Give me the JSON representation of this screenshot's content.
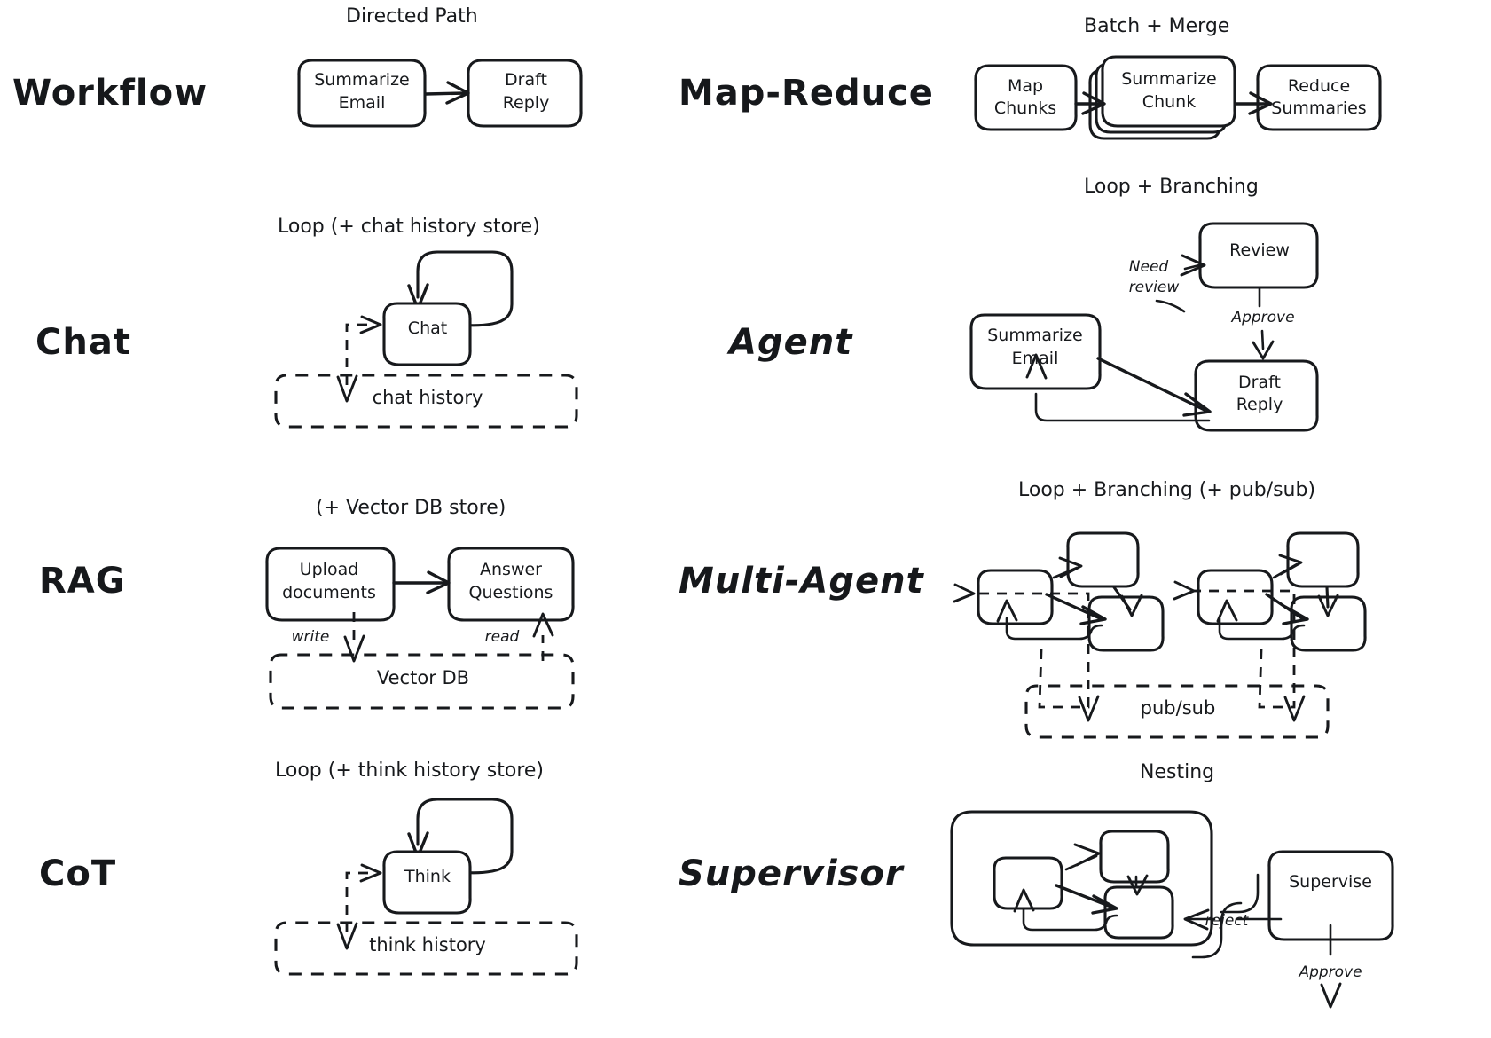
{
  "figure": {
    "title_present": false,
    "style": "hand-drawn sketch diagram",
    "background": "#ffffff",
    "ink": "#17191c"
  },
  "rows": [
    {
      "left": {
        "label": "Workflow",
        "caption": "Directed Path",
        "nodes": [
          "Summarize Email",
          "Draft Reply"
        ],
        "edges": [
          "Summarize Email -> Draft Reply"
        ],
        "stores": []
      },
      "right": {
        "label": "Map-Reduce",
        "caption": "Batch + Merge",
        "nodes": [
          "Map Chunks",
          "Summarize Chunk",
          "Reduce Summaries"
        ],
        "edges": [
          "Map Chunks -> Summarize Chunk",
          "Summarize Chunk -> Reduce Summaries"
        ],
        "stores": []
      }
    },
    {
      "left": {
        "label": "Chat",
        "caption": "Loop (+ chat history store)",
        "nodes": [
          "Chat"
        ],
        "edges": [
          "Chat -> Chat (self loop)",
          "-> Chat (entry)",
          "Chat -> chat history (write)"
        ],
        "stores": [
          "chat history"
        ]
      },
      "right": {
        "label": "Agent",
        "caption": "Loop + Branching",
        "nodes": [
          "Summarize Email",
          "Review",
          "Draft Reply"
        ],
        "edges": [
          "Summarize Email -> Review (Need review)",
          "Review -> Draft Reply (Approve)",
          "Summarize Email -> Draft Reply",
          "Draft Reply -> Summarize Email"
        ],
        "edge_labels": [
          "Need",
          "review",
          "Approve"
        ],
        "stores": []
      }
    },
    {
      "left": {
        "label": "RAG",
        "caption": "(+ Vector DB store)",
        "nodes": [
          "Upload documents",
          "Answer Questions"
        ],
        "edges": [
          "Upload documents -> Answer Questions",
          "Upload documents -> Vector DB (write)",
          "Vector DB -> Answer Questions (read)"
        ],
        "edge_labels": [
          "write",
          "read"
        ],
        "stores": [
          "Vector DB"
        ]
      },
      "right": {
        "label": "Multi-Agent",
        "caption": "Loop + Branching (+ pub/sub)",
        "nodes": [],
        "clusters": 2,
        "nodes_per_cluster": 3,
        "edges": [
          "cluster A -> pub/sub",
          "cluster B -> pub/sub"
        ],
        "stores": [
          "pub/sub"
        ]
      }
    },
    {
      "left": {
        "label": "CoT",
        "caption": "Loop (+ think history store)",
        "nodes": [
          "Think"
        ],
        "edges": [
          "Think -> Think (self loop)",
          "-> Think (entry)",
          "Think -> think history"
        ],
        "stores": [
          "think history"
        ]
      },
      "right": {
        "label": "Supervisor",
        "caption": "Nesting",
        "nodes": [
          "Supervise"
        ],
        "nested_group_nodes": 3,
        "edges": [
          "nested group -> Supervise",
          "Supervise -> nested group (reject)",
          "Supervise -> (Approve)"
        ],
        "edge_labels": [
          "reject",
          "Approve"
        ],
        "stores": []
      }
    }
  ],
  "labels": {
    "workflow": "Workflow",
    "map_reduce": "Map-Reduce",
    "chat": "Chat",
    "agent": "Agent",
    "rag": "RAG",
    "multi_agent": "Multi-Agent",
    "cot": "CoT",
    "supervisor": "Supervisor"
  },
  "captions": {
    "directed_path": "Directed Path",
    "batch_merge": "Batch + Merge",
    "loop_chat": "Loop (+ chat history store)",
    "loop_branching": "Loop + Branching",
    "vector_db_store": "(+ Vector DB store)",
    "loop_branching_pubsub": "Loop + Branching (+ pub/sub)",
    "loop_think": "Loop (+ think history store)",
    "nesting": "Nesting"
  },
  "nodes": {
    "summarize_email_1": "Summarize\nEmail",
    "summarize_email_a": "Summarize",
    "summarize_email_b": "Email",
    "draft_reply_a": "Draft",
    "draft_reply_b": "Reply",
    "map_chunks_a": "Map",
    "map_chunks_b": "Chunks",
    "summarize_chunk_a": "Summarize",
    "summarize_chunk_b": "Chunk",
    "reduce_summaries_a": "Reduce",
    "reduce_summaries_b": "Summaries",
    "chat": "Chat",
    "think": "Think",
    "review": "Review",
    "upload_a": "Upload",
    "upload_b": "documents",
    "answer_a": "Answer",
    "answer_b": "Questions",
    "supervise": "Supervise"
  },
  "stores": {
    "chat_history": "chat history",
    "think_history": "think history",
    "vector_db": "Vector DB",
    "pub_sub": "pub/sub"
  },
  "edge_labels": {
    "need": "Need",
    "review": "review",
    "approve": "Approve",
    "write": "write",
    "read": "read",
    "reject": "reject",
    "approve2": "Approve"
  }
}
